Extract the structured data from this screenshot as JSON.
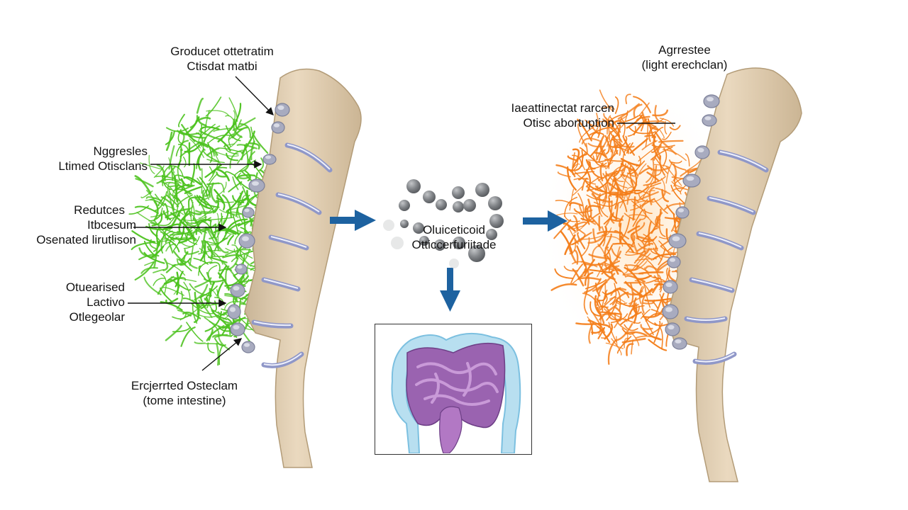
{
  "diagram": {
    "left_panel": {
      "top_label": [
        "Groducet ottetratim",
        "Ctisdat matbi"
      ],
      "label_1": [
        "Nggresles",
        "Ltimed Otisclans"
      ],
      "label_2": [
        "Redutces",
        "Itbcesum",
        "Osenated lirutlison"
      ],
      "label_3": [
        "Otuearised",
        "Lactivo",
        "Otlegeolar"
      ],
      "bottom_label": [
        "Ercjerrted Osteclam",
        "(tome intestine)"
      ],
      "cluster_color": "#4cc21e"
    },
    "center": {
      "molecule_label": [
        "Oluiceticoid",
        "Otticcerfuriitade"
      ],
      "intestine_inset": "small intestine inset",
      "arrow_color": "#1d62a0",
      "molecule_color": "#7b7d80"
    },
    "right_panel": {
      "top_label": [
        "Agrrestee",
        "(light erechclan)"
      ],
      "label_1": [
        "Iaeattinectat rarcen",
        "Otisc abortuption"
      ],
      "cluster_color": "#f47e1a"
    },
    "bone_color": "#e6d6bb",
    "disc_color": "#8f97c8"
  }
}
